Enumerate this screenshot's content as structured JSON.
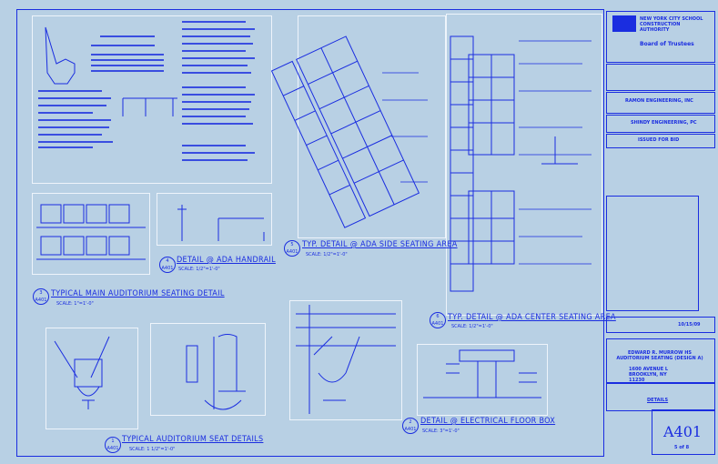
{
  "colors": {
    "background": "#b8d0e4",
    "linework": "#1a2de0",
    "detail_frames": "#eef4fb"
  },
  "details": [
    {
      "number": "1",
      "sheet": "A401",
      "title": "TYPICAL AUDITORIUM SEAT DETAILS",
      "scale": "SCALE: 1 1/2\"=1'-0\""
    },
    {
      "number": "2",
      "sheet": "A401",
      "title": "DETAIL @ ELECTRICAL FLOOR BOX",
      "scale": "SCALE: 3\"=1'-0\""
    },
    {
      "number": "3",
      "sheet": "A401",
      "title": "TYPICAL MAIN AUDITORIUM SEATING DETAIL",
      "scale": "SCALE: 1\"=1'-0\""
    },
    {
      "number": "4",
      "sheet": "A401",
      "title": "DETAIL @ ADA HANDRAIL",
      "scale": "SCALE: 1/2\"=1'-0\""
    },
    {
      "number": "5",
      "sheet": "A401",
      "title": "TYP. DETAIL @ ADA SIDE SEATING AREA",
      "scale": "SCALE: 1/2\"=1'-0\""
    },
    {
      "number": "6",
      "sheet": "A401",
      "title": "TYP. DETAIL @ ADA CENTER SEATING AREA",
      "scale": "SCALE: 1/2\"=1'-0\""
    }
  ],
  "title_block": {
    "authority": "NEW YORK CITY SCHOOL CONSTRUCTION AUTHORITY",
    "board": "Board of Trustees",
    "status": "ISSUED FOR BID",
    "consultant_1": "RAMON ENGINEERING, INC",
    "consultant_2": "SHINDY ENGINEERING, PC",
    "date": "10/15/09",
    "project": "EDWARD R. MURROW HS AUDITORIUM SEATING (DESIGN A)",
    "address": "1600 AVENUE L BROOKLYN, NY 11230",
    "drawing_title": "DETAILS",
    "drawing_number": "A401",
    "sheet_of": "5 of 8"
  }
}
